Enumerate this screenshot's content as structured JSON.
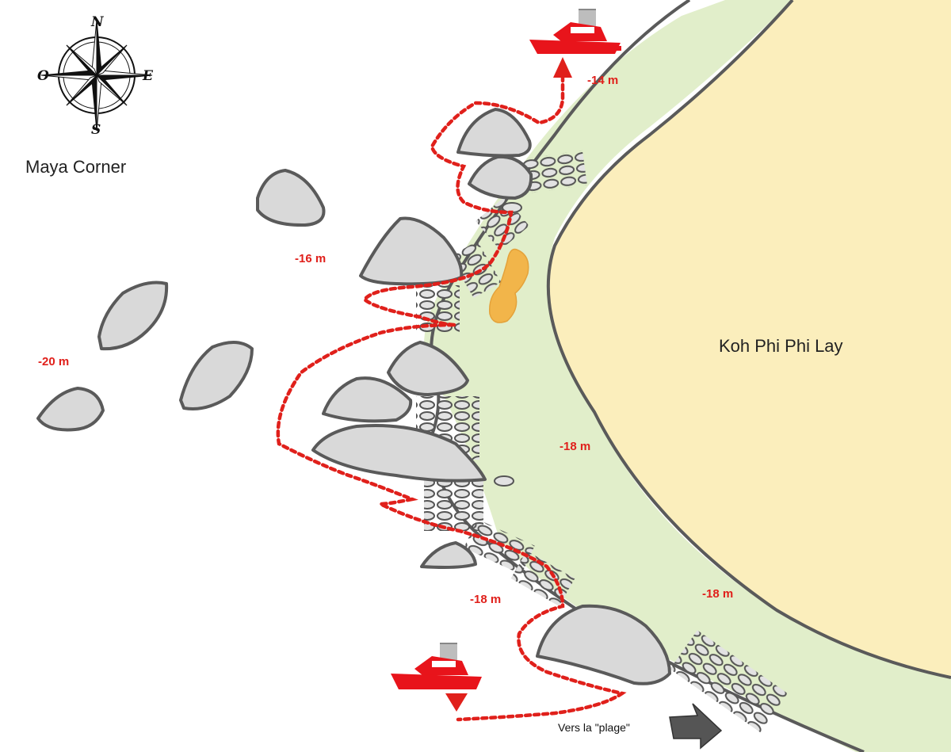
{
  "site_title": "Maya Corner",
  "island_name": "Koh Phi Phi Lay",
  "compass": {
    "north": "N",
    "south": "S",
    "east": "E",
    "west": "O"
  },
  "depths": {
    "top": "-14 m",
    "left_mid": "-16 m",
    "far_left": "-20 m",
    "center": "-18 m",
    "lower": "-18 m",
    "right": "-18 m"
  },
  "direction_note": "Vers la \"plage\"",
  "colors": {
    "sand": "#fbeebc",
    "reef_zone": "#dfedc7",
    "rock": "#d9d9d9",
    "rock_outline": "#5a5a5a",
    "route": "#e0201b",
    "boat": "#e8141b",
    "coral_patch": "#f2b54a",
    "arrow": "#555555"
  },
  "icons": [
    "compass-rose-icon",
    "boat-icon",
    "arrow-up-icon",
    "arrow-down-icon",
    "arrow-right-icon"
  ]
}
